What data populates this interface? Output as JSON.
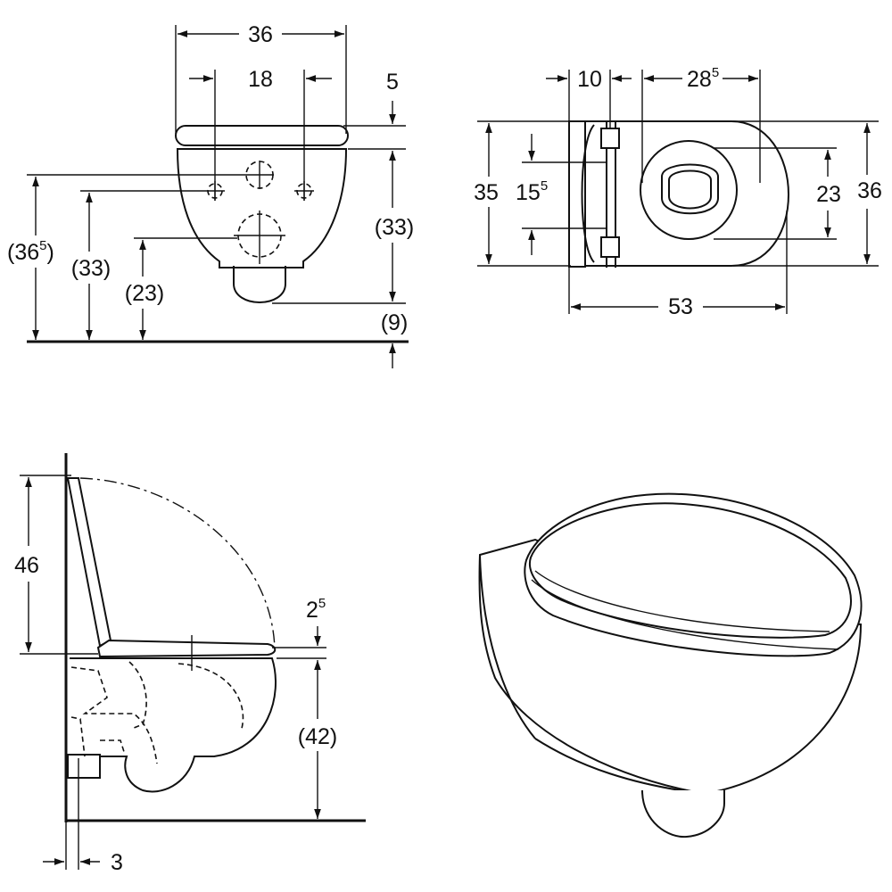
{
  "front_view": {
    "width_total": "36",
    "holes_spacing": "18",
    "seat_offset": "5",
    "height_outlet": "(33)",
    "floor_gap": "(9)",
    "height_total": "(36",
    "height_total_sup": "5",
    "height_total_close": ")",
    "height_fix": "(33)",
    "height_drain": "(23)"
  },
  "top_view": {
    "wall_depth": "10",
    "bowl_width": "28",
    "bowl_width_sup": "5",
    "width_35": "35",
    "holes_15": "15",
    "holes_15_sup": "5",
    "inner_23": "23",
    "outer_36": "36",
    "length_53": "53"
  },
  "side_view": {
    "lid_height": "46",
    "seat_thickness": "2",
    "seat_thickness_sup": "5",
    "seat_height": "(42)",
    "wall_offset": "3"
  },
  "perspective_view": {}
}
